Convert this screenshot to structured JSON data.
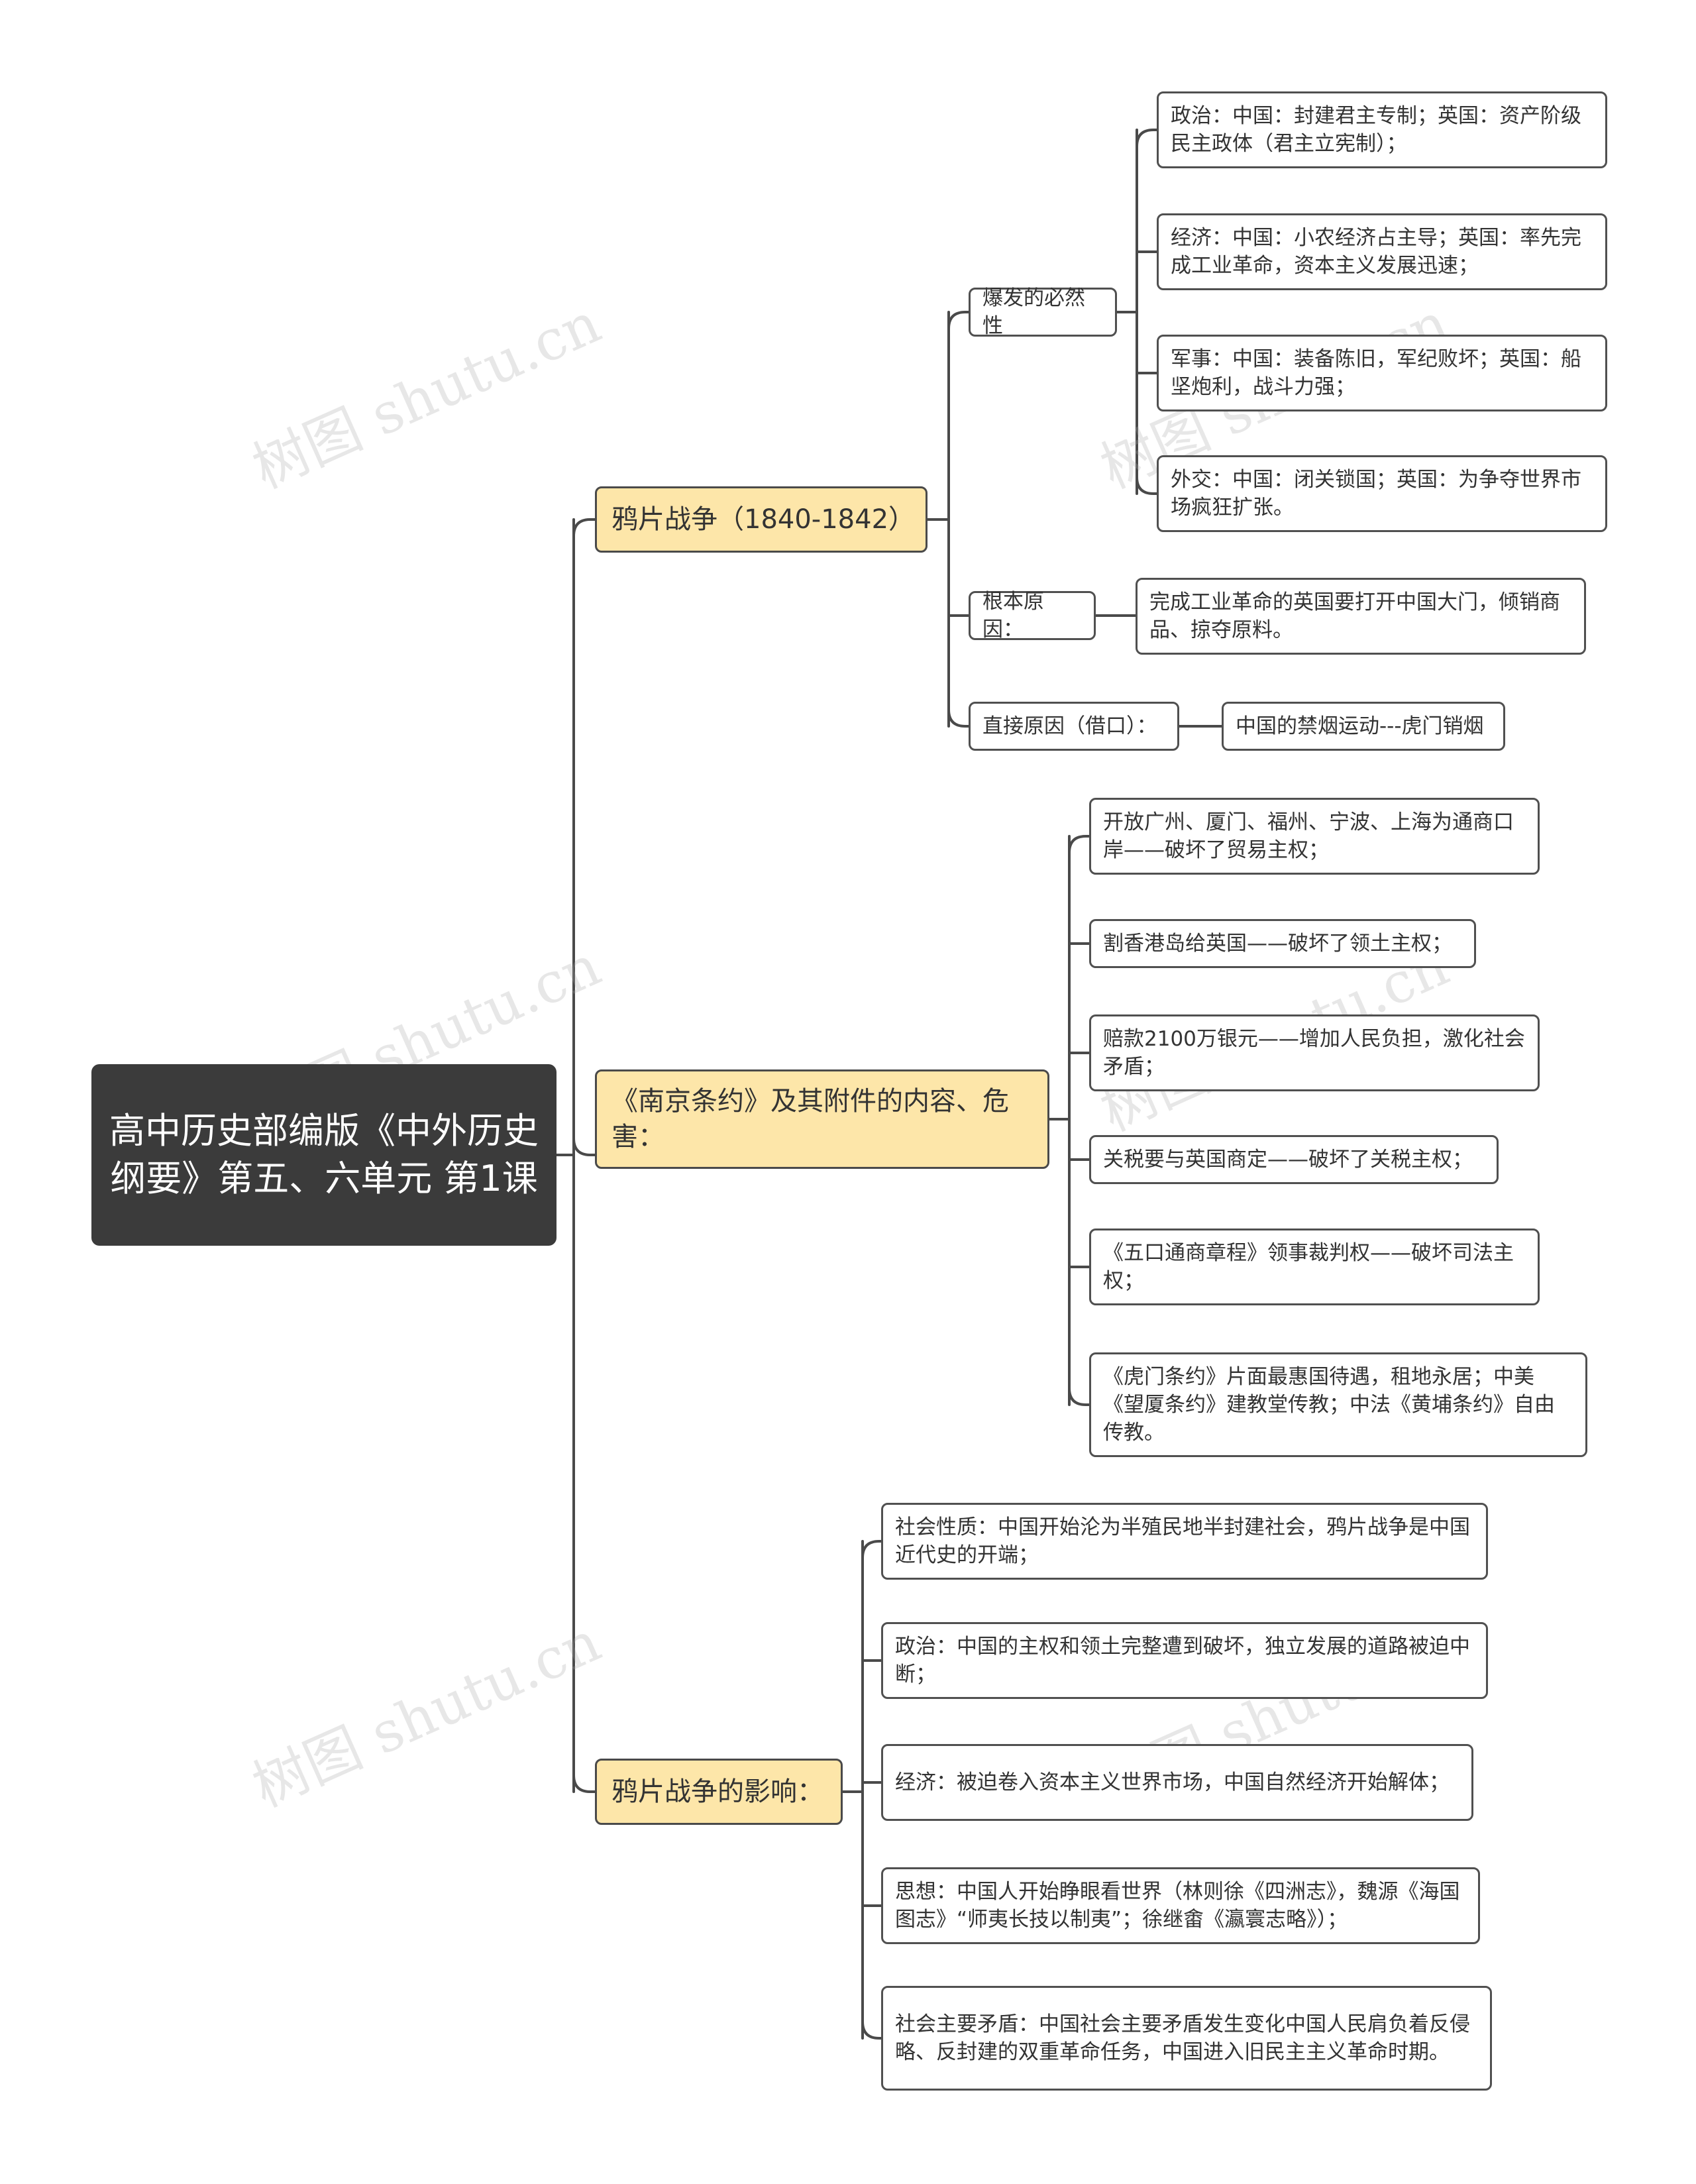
{
  "watermark": "树图 shutu.cn",
  "root": {
    "title": "高中历史部编版《中外历史纲要》第五、六单元 第1课"
  },
  "branches": [
    {
      "label": "鸦片战争（1840-1842）",
      "children": [
        {
          "label": "爆发的必然性",
          "items": [
            "政治：中国：封建君主专制；英国：资产阶级民主政体（君主立宪制）；",
            "经济：中国：小农经济占主导；英国：率先完成工业革命，资本主义发展迅速；",
            "军事：中国：装备陈旧，军纪败坏；英国：船坚炮利，战斗力强；",
            "外交：中国：闭关锁国；英国：为争夺世界市场疯狂扩张。"
          ]
        },
        {
          "label": "根本原因：",
          "items": [
            "完成工业革命的英国要打开中国大门，倾销商品、掠夺原料。"
          ]
        },
        {
          "label": "直接原因（借口）：",
          "items": [
            "中国的禁烟运动---虎门销烟"
          ]
        }
      ]
    },
    {
      "label": "《南京条约》及其附件的内容、危害：",
      "items": [
        "开放广州、厦门、福州、宁波、上海为通商口岸——破坏了贸易主权；",
        "割香港岛给英国——破坏了领土主权；",
        "赔款2100万银元——增加人民负担，激化社会矛盾；",
        "关税要与英国商定——破坏了关税主权；",
        "《五口通商章程》领事裁判权——破坏司法主权；",
        "《虎门条约》片面最惠国待遇，租地永居；中美《望厦条约》建教堂传教；中法《黄埔条约》自由传教。"
      ]
    },
    {
      "label": "鸦片战争的影响：",
      "items": [
        "社会性质：中国开始沦为半殖民地半封建社会，鸦片战争是中国近代史的开端；",
        "政治：中国的主权和领土完整遭到破坏，独立发展的道路被迫中断；",
        "经济：被迫卷入资本主义世界市场，中国自然经济开始解体；",
        "思想：中国人开始睁眼看世界（林则徐《四洲志》，魏源《海国图志》“师夷长技以制夷”；徐继畬《瀛寰志略》）；",
        "社会主要矛盾：中国社会主要矛盾发生变化中国人民肩负着反侵略、反封建的双重革命任务，中国进入旧民主主义革命时期。"
      ]
    }
  ]
}
